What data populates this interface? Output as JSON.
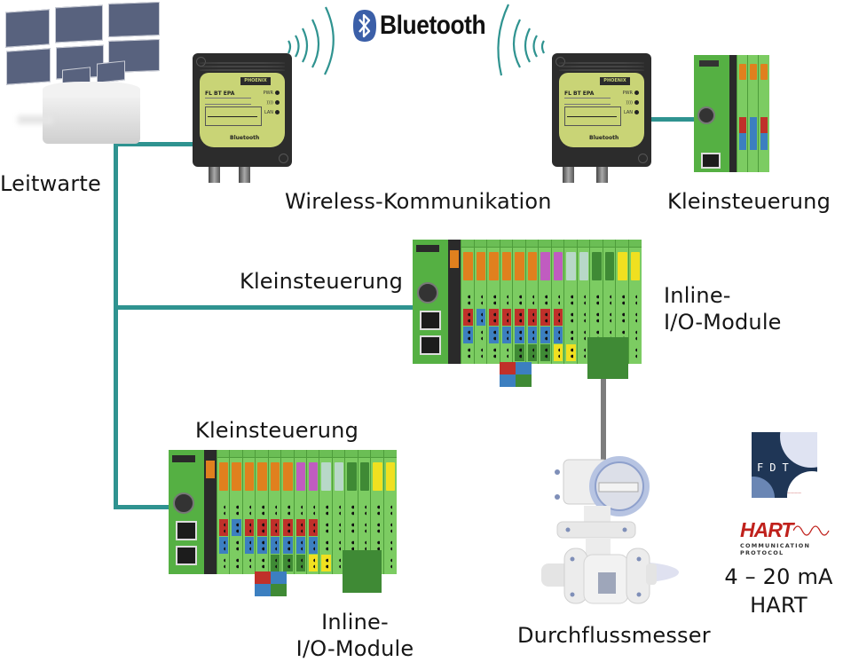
{
  "diagram": {
    "header_logo": {
      "icon": "bluetooth-icon",
      "text": "Bluetooth",
      "color": "#3b5fa8"
    },
    "link_color": "#2f9390",
    "nodes": {
      "control_room": {
        "label": "Leitwarte",
        "icon": "control-room-icon"
      },
      "wireless": {
        "label": "Wireless-Kommunikation",
        "gateways": [
          {
            "model": "FL BT EPA",
            "brand": "PHOENIX CONTACT",
            "leds": [
              "PWR",
              "))))",
              "LAN"
            ],
            "badge": "Bluetooth"
          },
          {
            "model": "FL BT EPA",
            "brand": "PHOENIX CONTACT",
            "leds": [
              "PWR",
              "))))",
              "LAN"
            ],
            "badge": "Bluetooth"
          }
        ]
      },
      "controller_top_right": {
        "label": "Kleinsteuerung"
      },
      "controller_middle": {
        "label": "Kleinsteuerung"
      },
      "io_middle": {
        "label_line1": "Inline-",
        "label_line2": "I/O-Module"
      },
      "controller_bottom": {
        "label": "Kleinsteuerung"
      },
      "io_bottom": {
        "label_line1": "Inline-",
        "label_line2": "I/O-Module"
      },
      "flowmeter": {
        "label": "Durchflussmesser"
      }
    },
    "logos": {
      "fdt": {
        "text": "FDT"
      },
      "hart": {
        "word": "HART",
        "tagline": "COMMUNICATION PROTOCOL"
      }
    },
    "signal": {
      "line1": "4 – 20 mA",
      "line2": "HART"
    },
    "module_colors": [
      "#e0801e",
      "#e0801e",
      "#e0801e",
      "#e0801e",
      "#e0801e",
      "#e0801e",
      "#c05cc0",
      "#c05cc0",
      "#b8d8c8",
      "#b8d8c8",
      "#3f8a35",
      "#3f8a35",
      "#f0e020",
      "#f0e020"
    ]
  }
}
